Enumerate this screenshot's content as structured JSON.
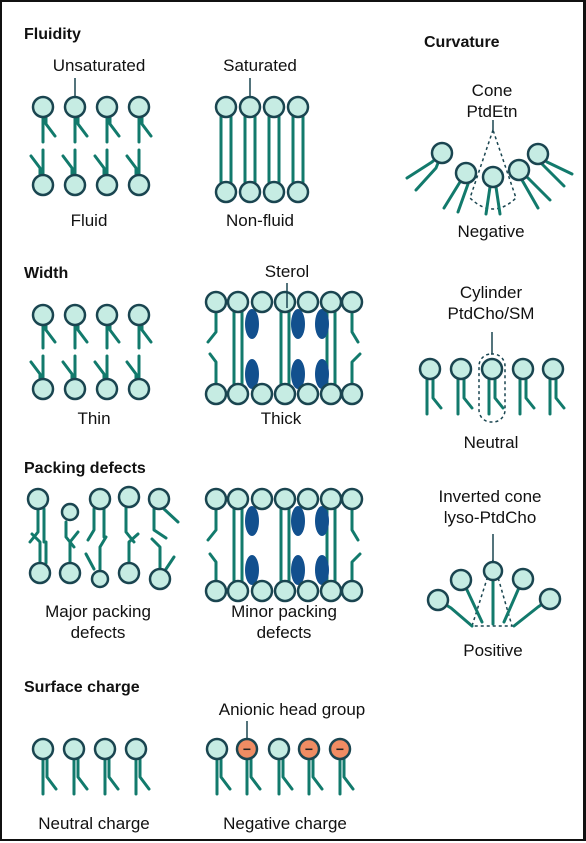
{
  "colors": {
    "head": "#c6ece3",
    "tail": "#127a6c",
    "outline": "#1a4550",
    "sterol": "#12508e",
    "anionic": "#f08c63"
  },
  "fluidity": {
    "title": "Fluidity",
    "unsaturated": "Unsaturated",
    "saturated": "Saturated",
    "fluid": "Fluid",
    "non_fluid": "Non-fluid"
  },
  "width": {
    "title": "Width",
    "sterol": "Sterol",
    "thin": "Thin",
    "thick": "Thick"
  },
  "packing": {
    "title": "Packing defects",
    "major_line1": "Major packing",
    "major_line2": "defects",
    "minor_line1": "Minor packing",
    "minor_line2": "defects"
  },
  "charge": {
    "title": "Surface charge",
    "anionic": "Anionic head group",
    "neutral": "Neutral charge",
    "negative": "Negative charge",
    "minus_sign": "−"
  },
  "curvature": {
    "title": "Curvature",
    "cone_line1": "Cone",
    "cone_line2": "PtdEtn",
    "negative": "Negative",
    "cylinder_line1": "Cylinder",
    "cylinder_line2": "PtdCho/SM",
    "neutral": "Neutral",
    "inverted_line1": "Inverted cone",
    "inverted_line2": "lyso-PtdCho",
    "positive": "Positive"
  }
}
